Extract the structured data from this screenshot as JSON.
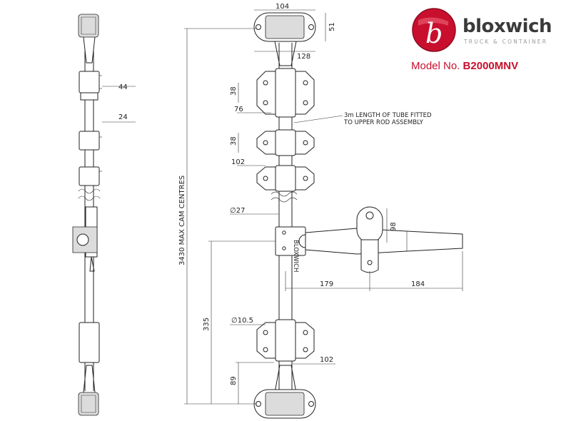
{
  "brand": {
    "logo_letter": "b",
    "name": "bloxwich",
    "tagline": "TRUCK & CONTAINER",
    "model_label": "Model No.",
    "model_number": "B2000MNV",
    "colors": {
      "red": "#c8102e",
      "grey": "#3a3a3a"
    }
  },
  "dimensions": {
    "cam_width": "104",
    "cam_height": "51",
    "cam_offset": "128",
    "side_bracket": "44",
    "side_tube": "24",
    "guide_height_top": "38",
    "guide_width_small": "76",
    "guide_height_mid": "38",
    "guide_width_mid": "102",
    "tube_diameter": "∅27",
    "total_length": "3430 MAX CAM CENTRES",
    "lower_length": "335",
    "bottom_offset": "89",
    "bracket_diameter": "∅10.5",
    "guide_width_low": "102",
    "handle_reach_1": "179",
    "handle_reach_2": "184",
    "handle_height": "98"
  },
  "notes": {
    "tube_note_line1": "3m LENGTH OF TUBE FITTED",
    "tube_note_line2": "TO UPPER ROD ASSEMBLY"
  },
  "handle_stamp": "BLOXWICH"
}
